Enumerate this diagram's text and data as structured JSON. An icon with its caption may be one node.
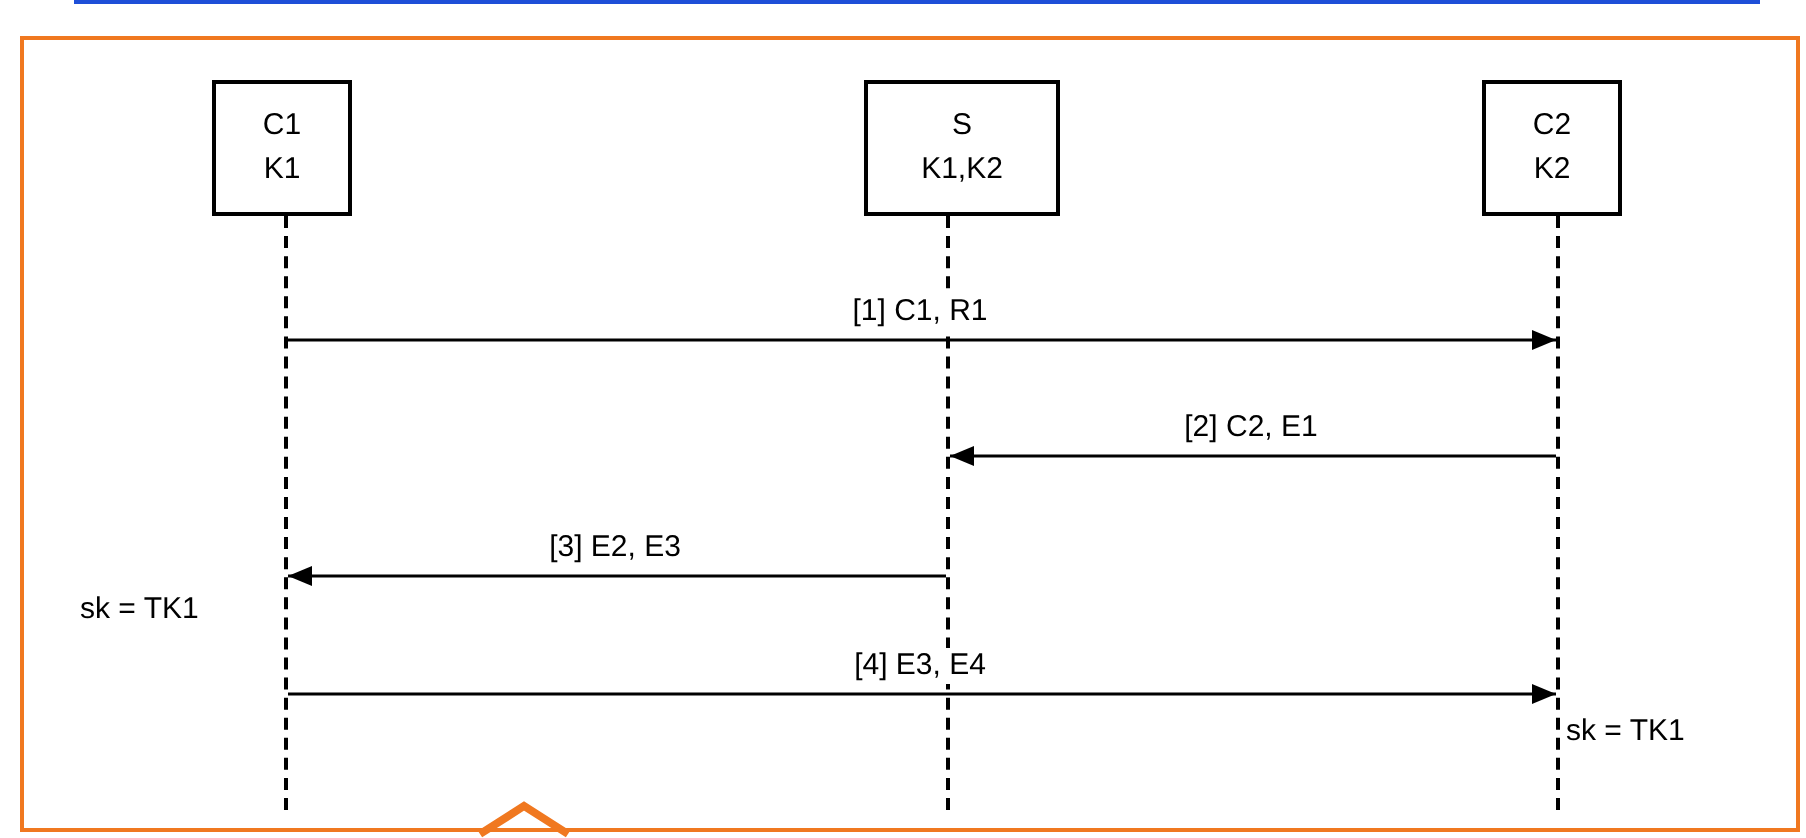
{
  "diagram": {
    "nodes": [
      {
        "text": [
          "C1",
          "K1"
        ]
      },
      {
        "text": [
          "S",
          "K1,K2"
        ]
      },
      {
        "text": [
          "C2",
          "K2"
        ]
      },
      {
        "text": [],
        "shape": "line"
      },
      {
        "text": [],
        "shape": "line"
      },
      {
        "text": [],
        "shape": "line"
      }
    ],
    "edges": [
      {
        "from": 3,
        "to": 5,
        "arrow": "to",
        "label": "[1] C1, R1"
      },
      {
        "from": 5,
        "to": 4,
        "arrow": "to",
        "label": "[2] C2, E1"
      },
      {
        "from": 4,
        "to": 3,
        "arrow": "to",
        "label": "[3] E2, E3"
      },
      {
        "from": 3,
        "to": 5,
        "arrow": "to",
        "label": "[4] E3, E4"
      }
    ],
    "labels": [
      "sk = TK1",
      "sk = TK1"
    ]
  }
}
